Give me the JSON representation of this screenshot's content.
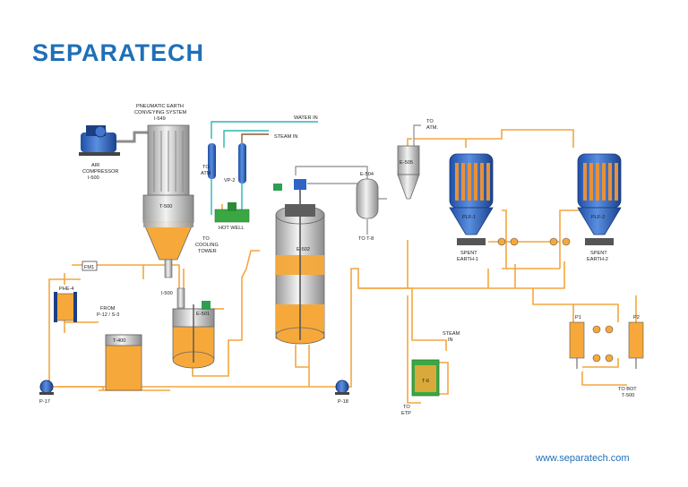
{
  "brand": {
    "name": "SEPARATECH",
    "url": "www.separatech.com",
    "color": "#1f6fb8"
  },
  "colors": {
    "process_line": "#f4a640",
    "vessel_fill": "#f6a93a",
    "vessel_body": "#e6e6e6",
    "cooling_water": "#2bb5b0",
    "equipment_blue": "#2e66c6",
    "cartridge": "#e6913a",
    "hotwell": "#3aa842",
    "tank_green": "#3aa842"
  },
  "labels": {
    "pneumatic_system": [
      "PNEUMATIC EARTH",
      "CONVEYING SYSTEM",
      "I-549"
    ],
    "air_compressor": [
      "AIR",
      "COMPRESSOR",
      "I-500"
    ],
    "t500": "T-500",
    "water_in": "WATER IN",
    "steam_in": "STEAM IN",
    "to_atm": [
      "TO",
      "ATM"
    ],
    "vp2": "VP-2",
    "hot_well": "HOT WELL",
    "to_cooling_tower": [
      "TO",
      "COOLING",
      "TOWER"
    ],
    "e504": "E-504",
    "to_t8": "TO T-8",
    "e502": "E-502",
    "e501": "E-501",
    "i500": "I-500",
    "fm1": "FM1",
    "phe4": "PHE-4",
    "from_p12": [
      "FROM",
      "P-12 / S-3"
    ],
    "t400": "T-400",
    "p17": "P-17",
    "p18": "P-18",
    "e505": "E-505",
    "to_atm2": [
      "TO",
      "ATM."
    ],
    "plf1": "PLF-1",
    "plf2": "PLF-2",
    "spent_earth_1": [
      "SPENT",
      "EARTH-1"
    ],
    "spent_earth_2": [
      "SPENT",
      "EARTH-2"
    ],
    "steam_in_2": [
      "STEAM",
      "IN"
    ],
    "t6": "T-6",
    "to_etp": [
      "TO",
      "ETP"
    ],
    "p1": "P1",
    "p2": "P2",
    "to_bot": [
      "TO BOT",
      "T-500"
    ]
  }
}
